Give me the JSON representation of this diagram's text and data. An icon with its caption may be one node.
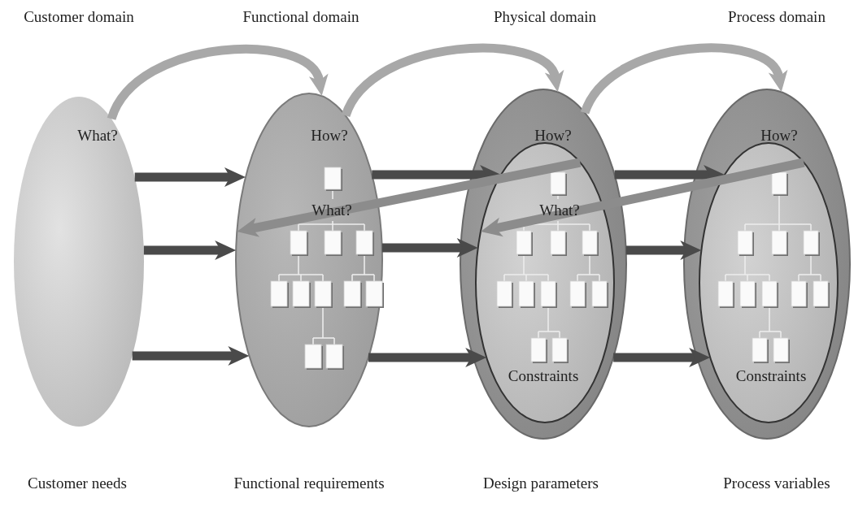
{
  "diagram": {
    "nodes": [
      {
        "text": [
          "Customer domain",
          "What?"
        ],
        "beside": [
          "Customer needs"
        ]
      },
      {
        "text": [
          "Functional domain",
          "How?",
          "What?"
        ],
        "beside": [
          "Functional requirements"
        ]
      },
      {
        "text": [
          "Physical domain",
          "How?"
        ],
        "beside": [
          "Design parameters"
        ]
      },
      {
        "text": [
          "What?",
          "Constraints"
        ],
        "in": 2
      },
      {
        "text": [
          "Process domain",
          "How?"
        ],
        "beside": [
          "Process variables"
        ]
      },
      {
        "text": [
          "Constraints"
        ],
        "in": 4
      }
    ],
    "edges": [
      {
        "from": 0,
        "to": 1,
        "arrow": "to",
        "color": "#a8a8a8"
      },
      {
        "from": 1,
        "to": 2,
        "arrow": "to",
        "color": "#a8a8a8"
      },
      {
        "from": 2,
        "to": 4,
        "arrow": "to",
        "color": "#a8a8a8"
      },
      {
        "from": 0,
        "to": 1,
        "arrow": "to"
      },
      {
        "from": 0,
        "to": 1,
        "arrow": "to"
      },
      {
        "from": 0,
        "to": 1,
        "arrow": "to"
      },
      {
        "from": 1,
        "to": 3,
        "arrow": "to"
      },
      {
        "from": 1,
        "to": 3,
        "arrow": "to"
      },
      {
        "from": 1,
        "to": 3,
        "arrow": "to"
      },
      {
        "from": 2,
        "to": 5,
        "arrow": "to"
      },
      {
        "from": 2,
        "to": 5,
        "arrow": "to"
      },
      {
        "from": 2,
        "to": 5,
        "arrow": "to"
      },
      {
        "from": 3,
        "to": 1,
        "arrow": "to",
        "color": "#8c8c8c"
      },
      {
        "from": 5,
        "to": 3,
        "arrow": "to",
        "color": "#8c8c8c"
      }
    ]
  }
}
